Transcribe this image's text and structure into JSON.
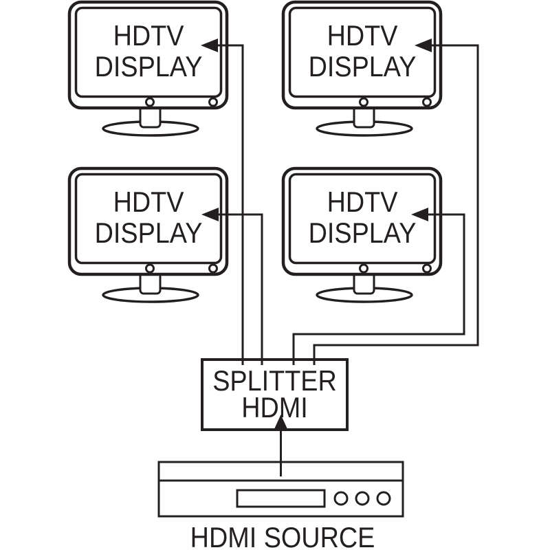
{
  "colors": {
    "ink": "#231f20",
    "background": "#ffffff"
  },
  "displays": [
    {
      "id": "top-left",
      "label_line1": "HDTV",
      "label_line2": "DISPLAY"
    },
    {
      "id": "top-right",
      "label_line1": "HDTV",
      "label_line2": "DISPLAY"
    },
    {
      "id": "bottom-left",
      "label_line1": "HDTV",
      "label_line2": "DISPLAY"
    },
    {
      "id": "bottom-right",
      "label_line1": "HDTV",
      "label_line2": "DISPLAY"
    }
  ],
  "splitter": {
    "label_line1": "SPLITTER",
    "label_line2": "HDMI",
    "output_pins": 4
  },
  "source": {
    "label": "HDMI SOURCE"
  },
  "connections": [
    {
      "from": "splitter-output-1",
      "to": "display-top-left"
    },
    {
      "from": "splitter-output-2",
      "to": "display-bottom-left"
    },
    {
      "from": "splitter-output-3",
      "to": "display-bottom-right"
    },
    {
      "from": "splitter-output-4",
      "to": "display-top-right"
    },
    {
      "from": "hdmi-source",
      "to": "splitter-input"
    }
  ]
}
